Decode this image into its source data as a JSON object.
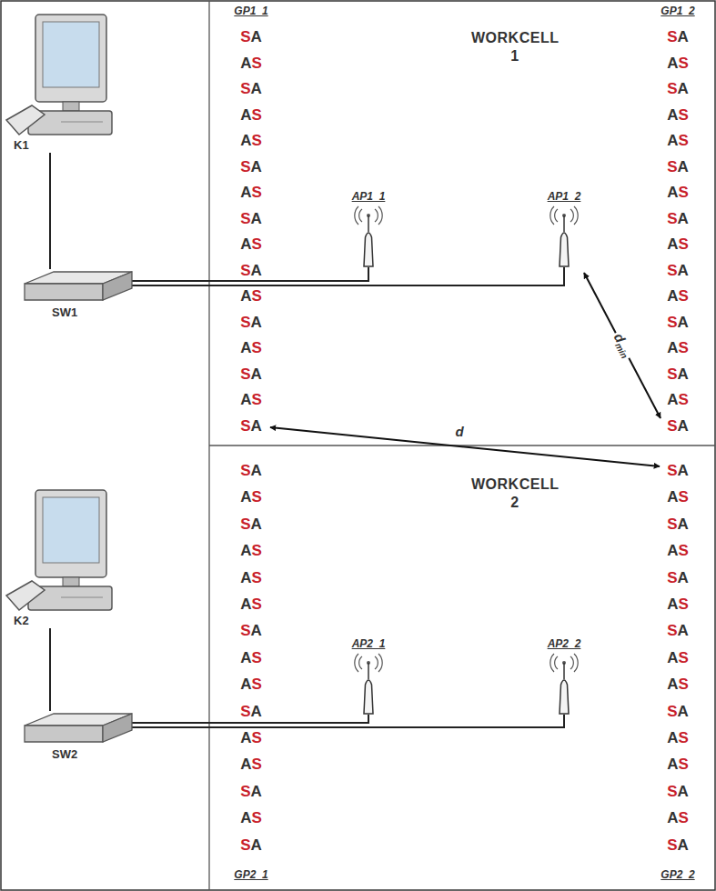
{
  "diagram": {
    "nodes": [
      {
        "text": [
          "K1"
        ]
      },
      {
        "text": [
          "SW1"
        ]
      },
      {
        "text": [
          "WORKCELL 1"
        ]
      },
      {
        "text": [
          "AP1_1"
        ],
        "in": 2
      },
      {
        "text": [
          "AP1_2"
        ],
        "in": 2
      },
      {
        "text": [
          "K2"
        ]
      },
      {
        "text": [
          "SW2"
        ]
      },
      {
        "text": [
          "WORKCELL 2"
        ]
      },
      {
        "text": [
          "AP2_1"
        ],
        "in": 7
      },
      {
        "text": [
          "AP2_2"
        ],
        "in": 7
      }
    ],
    "edges": [
      {
        "from": 0,
        "to": 1,
        "arrow": "none"
      },
      {
        "from": 1,
        "to": 3,
        "arrow": "none"
      },
      {
        "from": 1,
        "to": 4,
        "arrow": "none"
      },
      {
        "from": 5,
        "to": 6,
        "arrow": "none"
      },
      {
        "from": 6,
        "to": 8,
        "arrow": "none"
      },
      {
        "from": 6,
        "to": 9,
        "arrow": "none"
      }
    ],
    "labels": [
      "GP1_1",
      "GP1_2",
      "SA",
      "AS",
      "SA",
      "AS",
      "AS",
      "SA",
      "AS",
      "SA",
      "AS",
      "SA",
      "AS",
      "SA",
      "AS",
      "SA",
      "AS",
      "SA",
      "SA",
      "AS",
      "SA",
      "AS",
      "AS",
      "SA",
      "AS",
      "SA",
      "AS",
      "SA",
      "AS",
      "SA",
      "AS",
      "SA",
      "AS",
      "SA",
      "SA",
      "AS",
      "SA",
      "AS",
      "AS",
      "AS",
      "SA",
      "AS",
      "AS",
      "SA",
      "AS",
      "AS",
      "SA",
      "AS",
      "SA",
      "SA",
      "AS",
      "SA",
      "AS",
      "SA",
      "AS",
      "SA",
      "AS",
      "AS",
      "SA",
      "AS",
      "AS",
      "SA",
      "AS",
      "SA",
      "d",
      "dmin",
      "GP2_1",
      "GP2_2"
    ]
  }
}
